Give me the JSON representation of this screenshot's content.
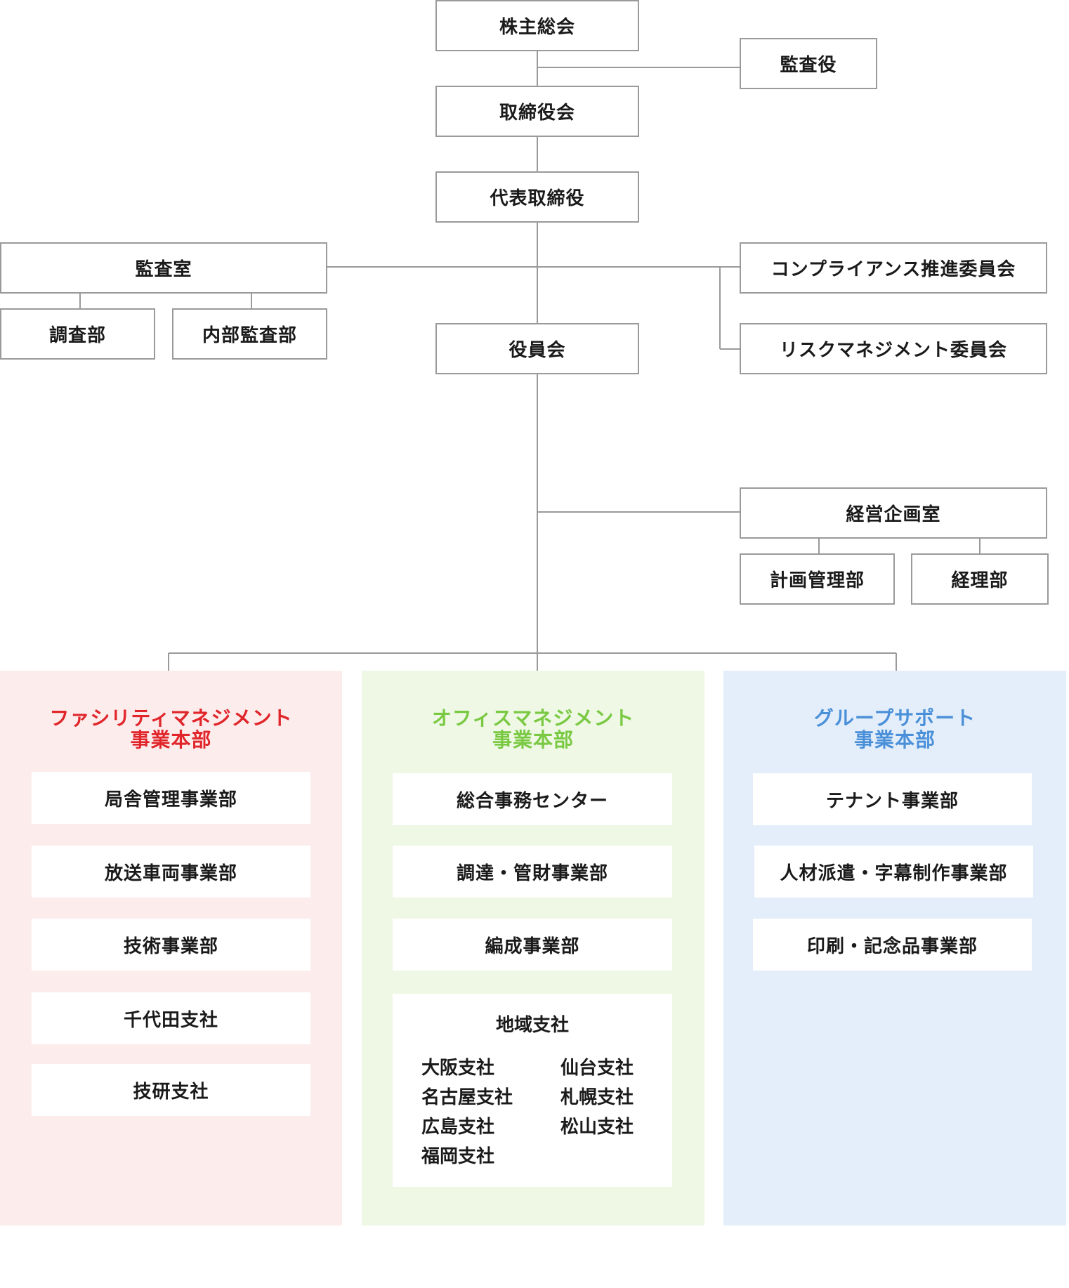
{
  "org": {
    "shareholders": "株主総会",
    "auditor": "監査役",
    "board": "取締役会",
    "representative": "代表取締役",
    "audit_office": "監査室",
    "research_dept": "調査部",
    "internal_audit_dept": "内部監査部",
    "compliance_committee": "コンプライアンス推進委員会",
    "risk_committee": "リスクマネジメント委員会",
    "officers_meeting": "役員会",
    "planning_office": "経営企画室",
    "planning_mgmt_dept": "計画管理部",
    "accounting_dept": "経理部"
  },
  "divisions": {
    "facility": {
      "title_line1": "ファシリティマネジメント",
      "title_line2": "事業本部",
      "color": "#e0262b",
      "bg": "#fdecec",
      "units": [
        "局舎管理事業部",
        "放送車両事業部",
        "技術事業部",
        "千代田支社",
        "技研支社"
      ]
    },
    "office": {
      "title_line1": "オフィスマネジメント",
      "title_line2": "事業本部",
      "color": "#7ac943",
      "bg": "#eef8e4",
      "units": [
        "総合事務センター",
        "調達・管財事業部",
        "編成事業部"
      ],
      "regional": {
        "title": "地域支社",
        "branches": [
          "大阪支社",
          "仙台支社",
          "名古屋支社",
          "札幌支社",
          "広島支社",
          "松山支社",
          "福岡支社"
        ]
      }
    },
    "group": {
      "title_line1": "グループサポート",
      "title_line2": "事業本部",
      "color": "#4a90d9",
      "bg": "#e4eefa",
      "units": [
        "テナント事業部",
        "人材派遣・字幕制作事業部",
        "印刷・記念品事業部"
      ]
    }
  }
}
